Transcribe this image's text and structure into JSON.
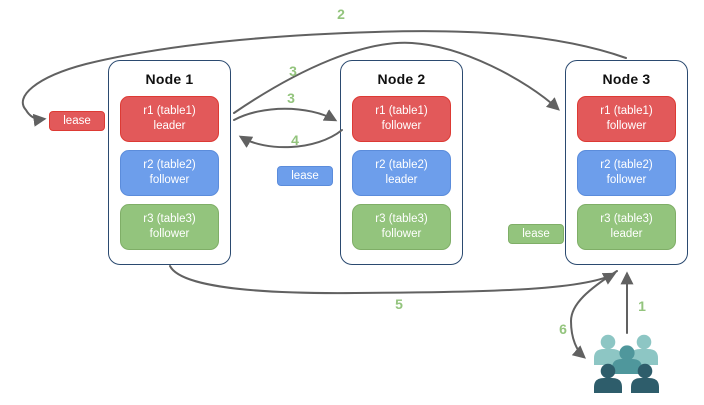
{
  "colors": {
    "node_border": "#2b4a70",
    "red_fill": "#e2595a",
    "red_border": "#dd3a34",
    "blue_fill": "#6d9eeb",
    "blue_border": "#5b8cdb",
    "green_fill": "#93c47d",
    "green_border": "#7fae67",
    "arrow": "#616161",
    "step_label": "#93c47d",
    "box_text": "#ffffff",
    "title_text": "#111111",
    "users_light": "#8dc6c4",
    "users_mid": "#4f979c",
    "users_dark": "#2e5d6b"
  },
  "nodes": [
    {
      "title": "Node 1",
      "replicas": [
        {
          "name": "r1 (table1)",
          "role": "leader",
          "color": "red"
        },
        {
          "name": "r2 (table2)",
          "role": "follower",
          "color": "blue"
        },
        {
          "name": "r3 (table3)",
          "role": "follower",
          "color": "green"
        }
      ]
    },
    {
      "title": "Node 2",
      "replicas": [
        {
          "name": "r1 (table1)",
          "role": "follower",
          "color": "red"
        },
        {
          "name": "r2 (table2)",
          "role": "leader",
          "color": "blue"
        },
        {
          "name": "r3 (table3)",
          "role": "follower",
          "color": "green"
        }
      ]
    },
    {
      "title": "Node 3",
      "replicas": [
        {
          "name": "r1 (table1)",
          "role": "follower",
          "color": "red"
        },
        {
          "name": "r2 (table2)",
          "role": "follower",
          "color": "blue"
        },
        {
          "name": "r3 (table3)",
          "role": "leader",
          "color": "green"
        }
      ]
    }
  ],
  "leases": [
    {
      "label": "lease",
      "color": "red"
    },
    {
      "label": "lease",
      "color": "blue"
    },
    {
      "label": "lease",
      "color": "green"
    }
  ],
  "steps": {
    "step1": "1",
    "step2": "2",
    "step3a": "3",
    "step3b": "3",
    "step4": "4",
    "step5": "5",
    "step6": "6"
  }
}
